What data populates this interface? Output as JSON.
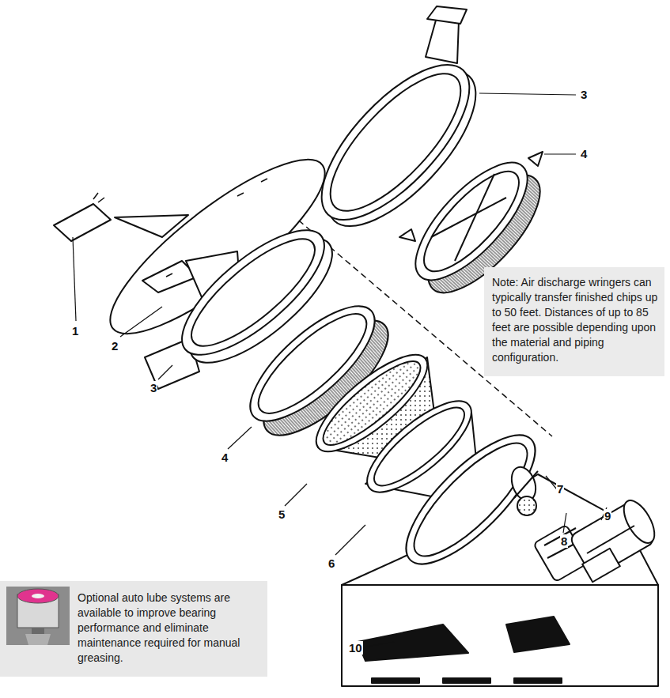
{
  "diagram": {
    "nodes": [
      {
        "text": [
          "Note: Air discharge wringers can typically transfer finished chips up to 50 feet. Distances of up to 85 feet are possible depending upon the material and piping configuration."
        ]
      },
      {
        "text": [
          "Optional auto lube systems are available to improve bearing performance and eliminate maintenance required for manual greasing."
        ]
      }
    ],
    "labels": [
      "3",
      "4",
      "1",
      "2",
      "3",
      "4",
      "5",
      "6",
      "7",
      "8",
      "9",
      "10"
    ]
  }
}
